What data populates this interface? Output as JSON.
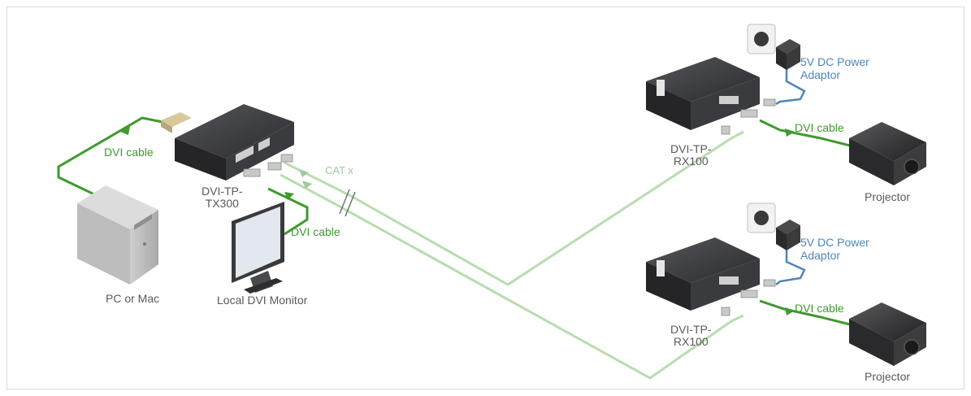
{
  "labels": {
    "pc": "PC or Mac",
    "monitor": "Local DVI Monitor",
    "tx": "DVI-TP-\nTX300",
    "rx_top": "DVI-TP-\nRX100",
    "rx_bottom": "DVI-TP-\nRX100",
    "projector_top": "Projector",
    "projector_bottom": "Projector",
    "power_top": "5V DC Power\nAdaptor",
    "power_bottom": "5V DC Power\nAdaptor",
    "dvi_cable_pc": "DVI cable",
    "dvi_cable_monitor": "DVI cable",
    "dvi_cable_rx_top": "DVI cable",
    "dvi_cable_rx_bottom": "DVI cable",
    "cat": "CAT x"
  },
  "colors": {
    "dvi_cable": "#3f9a2f",
    "cat_cable": "#b9dcb0",
    "power_cable": "#4f86b8",
    "device_dark": "#2e2e30",
    "label_gray": "#5a5a5a"
  }
}
